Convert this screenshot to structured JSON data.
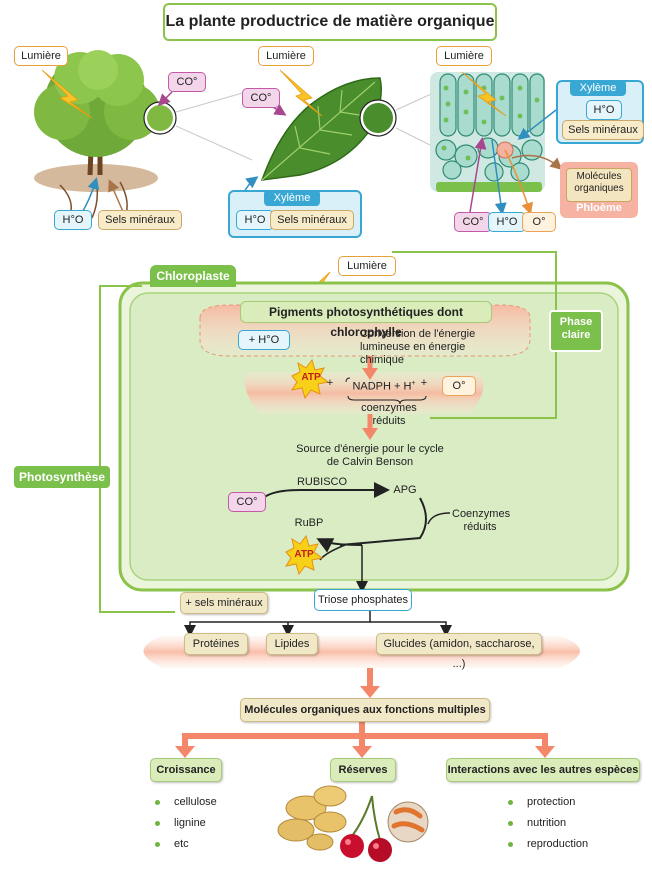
{
  "title": "La plante productrice de matière organique",
  "top": {
    "tree": {
      "light": "Lumière",
      "co2": "CO°",
      "water": "H°O",
      "minerals": "Sels minéraux"
    },
    "leaf": {
      "light": "Lumière",
      "co2": "CO°",
      "xylem_title": "Xylème",
      "water": "H°O",
      "minerals": "Sels minéraux"
    },
    "cells": {
      "light": "Lumière",
      "xylem_title": "Xylème",
      "xylem_water": "H°O",
      "xylem_minerals": "Sels minéraux",
      "organic_molecules": "Molécules organiques",
      "phloem_title": "Phloème",
      "co2": "CO°",
      "water": "H°O",
      "oxygen": "O°"
    }
  },
  "chloroplast": {
    "label": "Chloroplaste",
    "light": "Lumière",
    "pigments": "Pigments photosynthétiques dont chlorophylle",
    "water_in": "+ H°O",
    "conversion": "Conversion de l'énergie lumineuse en énergie chimique",
    "atp": "ATP",
    "plus1": "+",
    "nadph": "NADPH + H",
    "plus_sup": "+",
    "plus2": "+",
    "oxygen": "O°",
    "coenzymes": "coenzymes réduits",
    "phase_claire": "Phase claire",
    "energy_source": "Source d'énergie pour le cycle de Calvin Benson",
    "cycle": {
      "co2": "CO°",
      "rubisco": "RUBISCO",
      "apg": "APG",
      "rubp": "RuBP",
      "coenzymes": "Coenzymes réduits",
      "atp": "ATP"
    }
  },
  "photosynthese": "Photosynthèse",
  "sels_mineraux": "+ sels minéraux",
  "triose": "Triose phosphates",
  "products": [
    "Protéines",
    "Lipides",
    "Glucides (amidon, saccharose, ...)"
  ],
  "organic_multi": "Molécules organiques aux fonctions multiples",
  "functions": [
    {
      "title": "Croissance",
      "items": [
        "cellulose",
        "lignine",
        "etc"
      ]
    },
    {
      "title": "Réserves",
      "items": []
    },
    {
      "title": "Interactions avec les autres espèces",
      "items": [
        "protection",
        "nutrition",
        "reproduction"
      ]
    }
  ],
  "colors": {
    "green": "#7cc04c",
    "blue": "#39a7d4",
    "salmon": "#f7a38a",
    "light": "#f7c325"
  }
}
